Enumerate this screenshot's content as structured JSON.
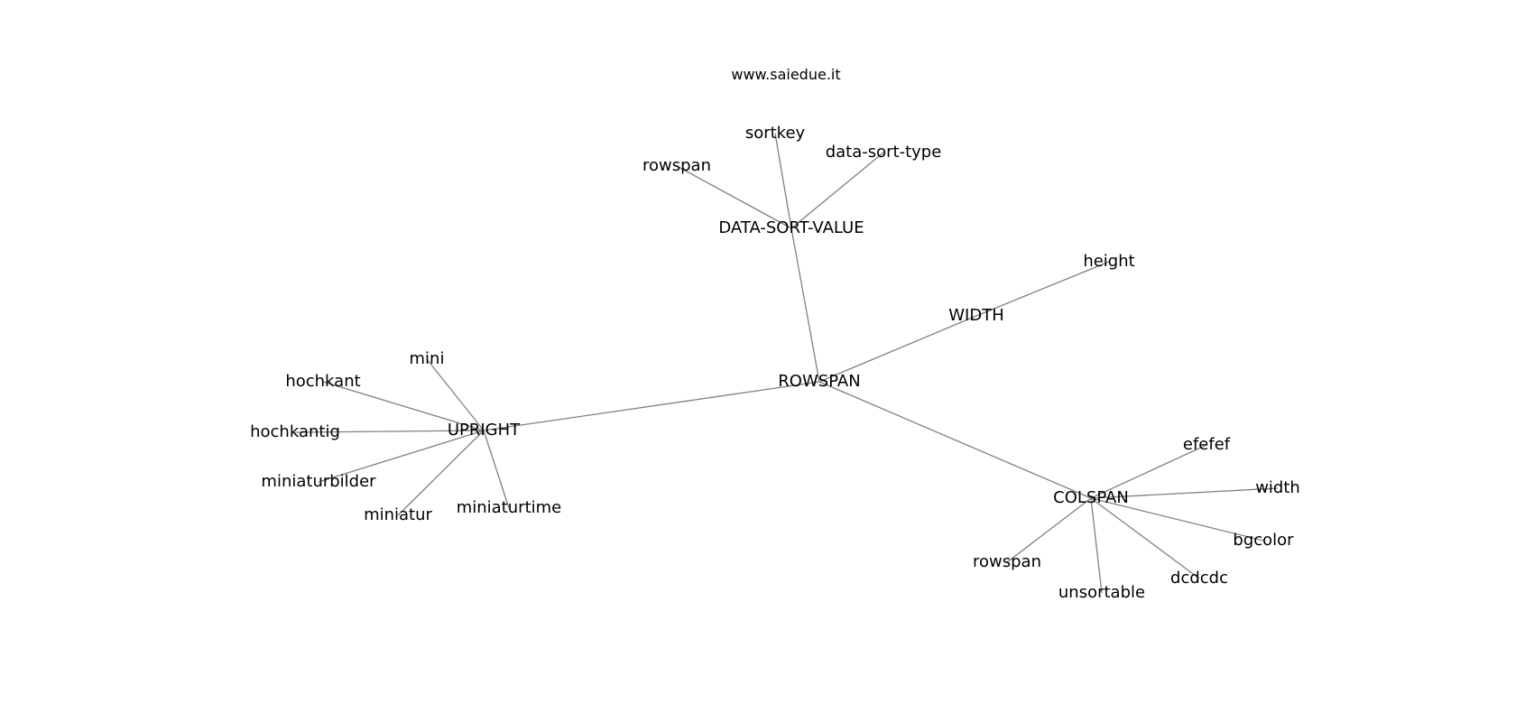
{
  "watermark": "www.saiedue.it",
  "graph": {
    "nodes": [
      {
        "id": "rowspan_center",
        "label": "ROWSPAN"
      },
      {
        "id": "data_sort_value",
        "label": "DATA-SORT-VALUE"
      },
      {
        "id": "width_hub",
        "label": "WIDTH"
      },
      {
        "id": "upright",
        "label": "UPRIGHT"
      },
      {
        "id": "colspan",
        "label": "COLSPAN"
      },
      {
        "id": "sortkey",
        "label": "sortkey"
      },
      {
        "id": "rowspan_top",
        "label": "rowspan"
      },
      {
        "id": "data_sort_type",
        "label": "data-sort-type"
      },
      {
        "id": "height",
        "label": "height"
      },
      {
        "id": "mini",
        "label": "mini"
      },
      {
        "id": "hochkant",
        "label": "hochkant"
      },
      {
        "id": "hochkantig",
        "label": "hochkantig"
      },
      {
        "id": "miniaturbilder",
        "label": "miniaturbilder"
      },
      {
        "id": "miniatur",
        "label": "miniatur"
      },
      {
        "id": "miniaturtime",
        "label": "miniaturtime"
      },
      {
        "id": "efefef",
        "label": "efefef"
      },
      {
        "id": "width_leaf",
        "label": "width"
      },
      {
        "id": "bgcolor",
        "label": "bgcolor"
      },
      {
        "id": "dcdcdc",
        "label": "dcdcdc"
      },
      {
        "id": "unsortable",
        "label": "unsortable"
      },
      {
        "id": "rowspan_bottom",
        "label": "rowspan"
      }
    ],
    "edges": [
      [
        "rowspan_center",
        "data_sort_value"
      ],
      [
        "rowspan_center",
        "width_hub"
      ],
      [
        "rowspan_center",
        "upright"
      ],
      [
        "rowspan_center",
        "colspan"
      ],
      [
        "data_sort_value",
        "sortkey"
      ],
      [
        "data_sort_value",
        "rowspan_top"
      ],
      [
        "data_sort_value",
        "data_sort_type"
      ],
      [
        "width_hub",
        "height"
      ],
      [
        "upright",
        "mini"
      ],
      [
        "upright",
        "hochkant"
      ],
      [
        "upright",
        "hochkantig"
      ],
      [
        "upright",
        "miniaturbilder"
      ],
      [
        "upright",
        "miniatur"
      ],
      [
        "upright",
        "miniaturtime"
      ],
      [
        "colspan",
        "efefef"
      ],
      [
        "colspan",
        "width_leaf"
      ],
      [
        "colspan",
        "bgcolor"
      ],
      [
        "colspan",
        "dcdcdc"
      ],
      [
        "colspan",
        "unsortable"
      ],
      [
        "colspan",
        "rowspan_bottom"
      ]
    ]
  }
}
